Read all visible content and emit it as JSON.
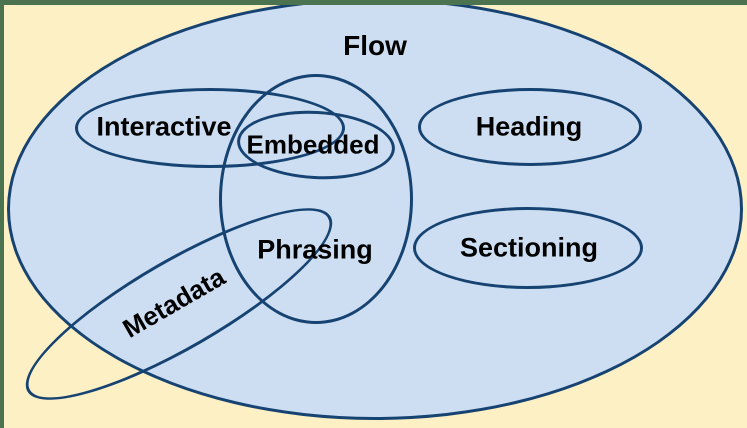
{
  "diagram": {
    "kind": "euler-diagram",
    "labels": {
      "flow": "Flow",
      "interactive": "Interactive",
      "embedded": "Embedded",
      "heading": "Heading",
      "phrasing": "Phrasing",
      "sectioning": "Sectioning",
      "metadata": "Metadata"
    },
    "colors": {
      "page_background": "#fdf0c5",
      "flow_fill": "#cddef2",
      "ellipse_outline": "#164372",
      "frame_border": "#4b7350",
      "label_text": "#000000"
    }
  }
}
